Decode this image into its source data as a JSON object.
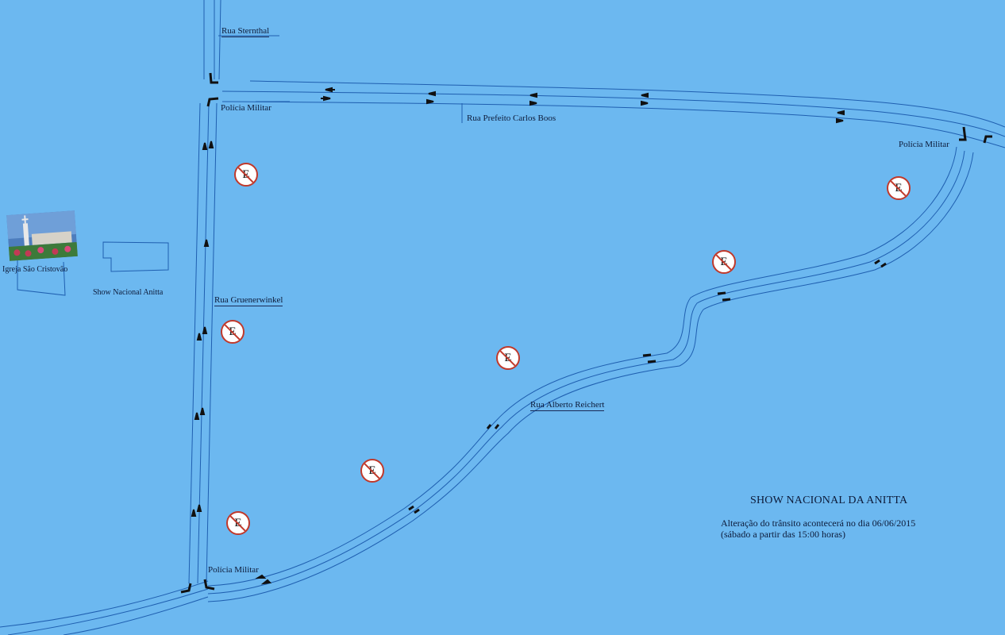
{
  "streets": {
    "sternthal": "Rua Sternthal",
    "prefeito": "Rua Prefeito Carlos Boos",
    "gruenerwinkel": "Rua Gruenerwinkel",
    "alberto": "Rua Alberto Reichert"
  },
  "police": {
    "north": "Polícia Militar",
    "east": "Polícia Militar",
    "south": "Polícia Militar"
  },
  "places": {
    "church": "Igreja São Cristovão",
    "show": "Show Nacional Anitta"
  },
  "sign_letter": "E",
  "event": {
    "title": "SHOW NACIONAL DA ANITTA",
    "line1": "Alteração do trânsito acontecerá no dia 06/06/2015",
    "line2": "(sábado a partir das 15:00 horas)"
  },
  "colors": {
    "background": "#6cb8f0",
    "road_line": "#1f5fb0",
    "arrow": "#111111",
    "sign_border": "#c0392b"
  },
  "icons": [
    "no-parking-sign-icon",
    "traffic-arrow-icon",
    "turn-arrow-icon",
    "church-photo"
  ]
}
